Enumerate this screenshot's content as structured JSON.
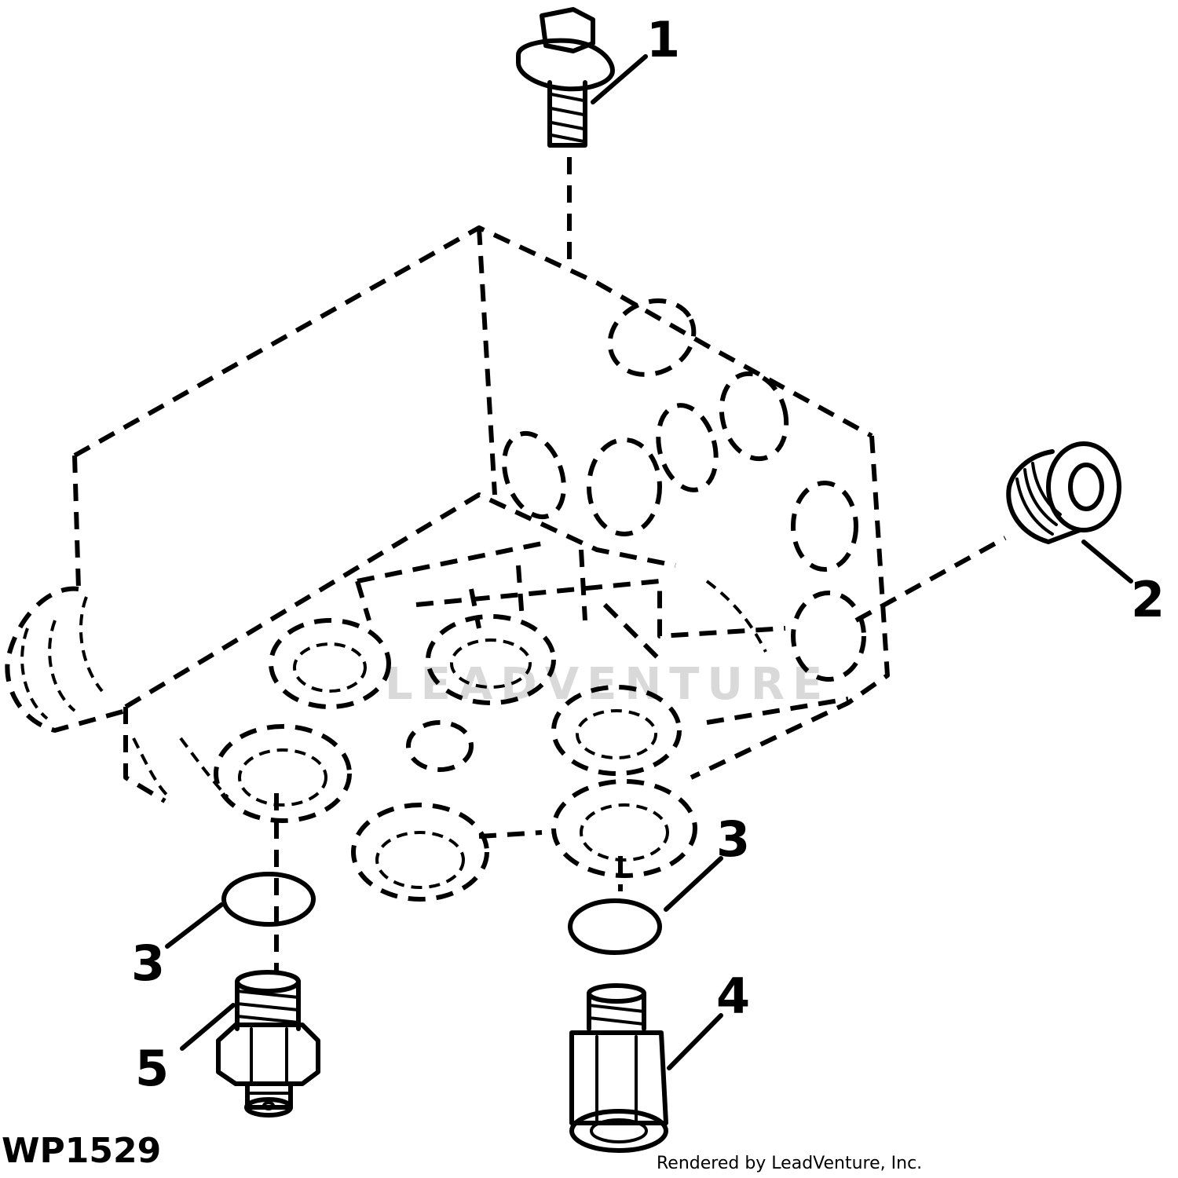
{
  "diagram": {
    "figure_code": "WP1529",
    "credit": "Rendered by LeadVenture, Inc.",
    "watermark": "LEADVENTURE",
    "callouts": [
      {
        "id": "1",
        "label": "1"
      },
      {
        "id": "2",
        "label": "2"
      },
      {
        "id": "3a",
        "label": "3"
      },
      {
        "id": "3b",
        "label": "3"
      },
      {
        "id": "4",
        "label": "4"
      },
      {
        "id": "5",
        "label": "5"
      }
    ],
    "parts": [
      {
        "callout": "1",
        "name": "cap-screw-icon"
      },
      {
        "callout": "2",
        "name": "plug-icon"
      },
      {
        "callout": "3",
        "name": "o-ring-icon"
      },
      {
        "callout": "4",
        "name": "fitting-icon"
      },
      {
        "callout": "5",
        "name": "pressure-switch-icon"
      }
    ]
  }
}
